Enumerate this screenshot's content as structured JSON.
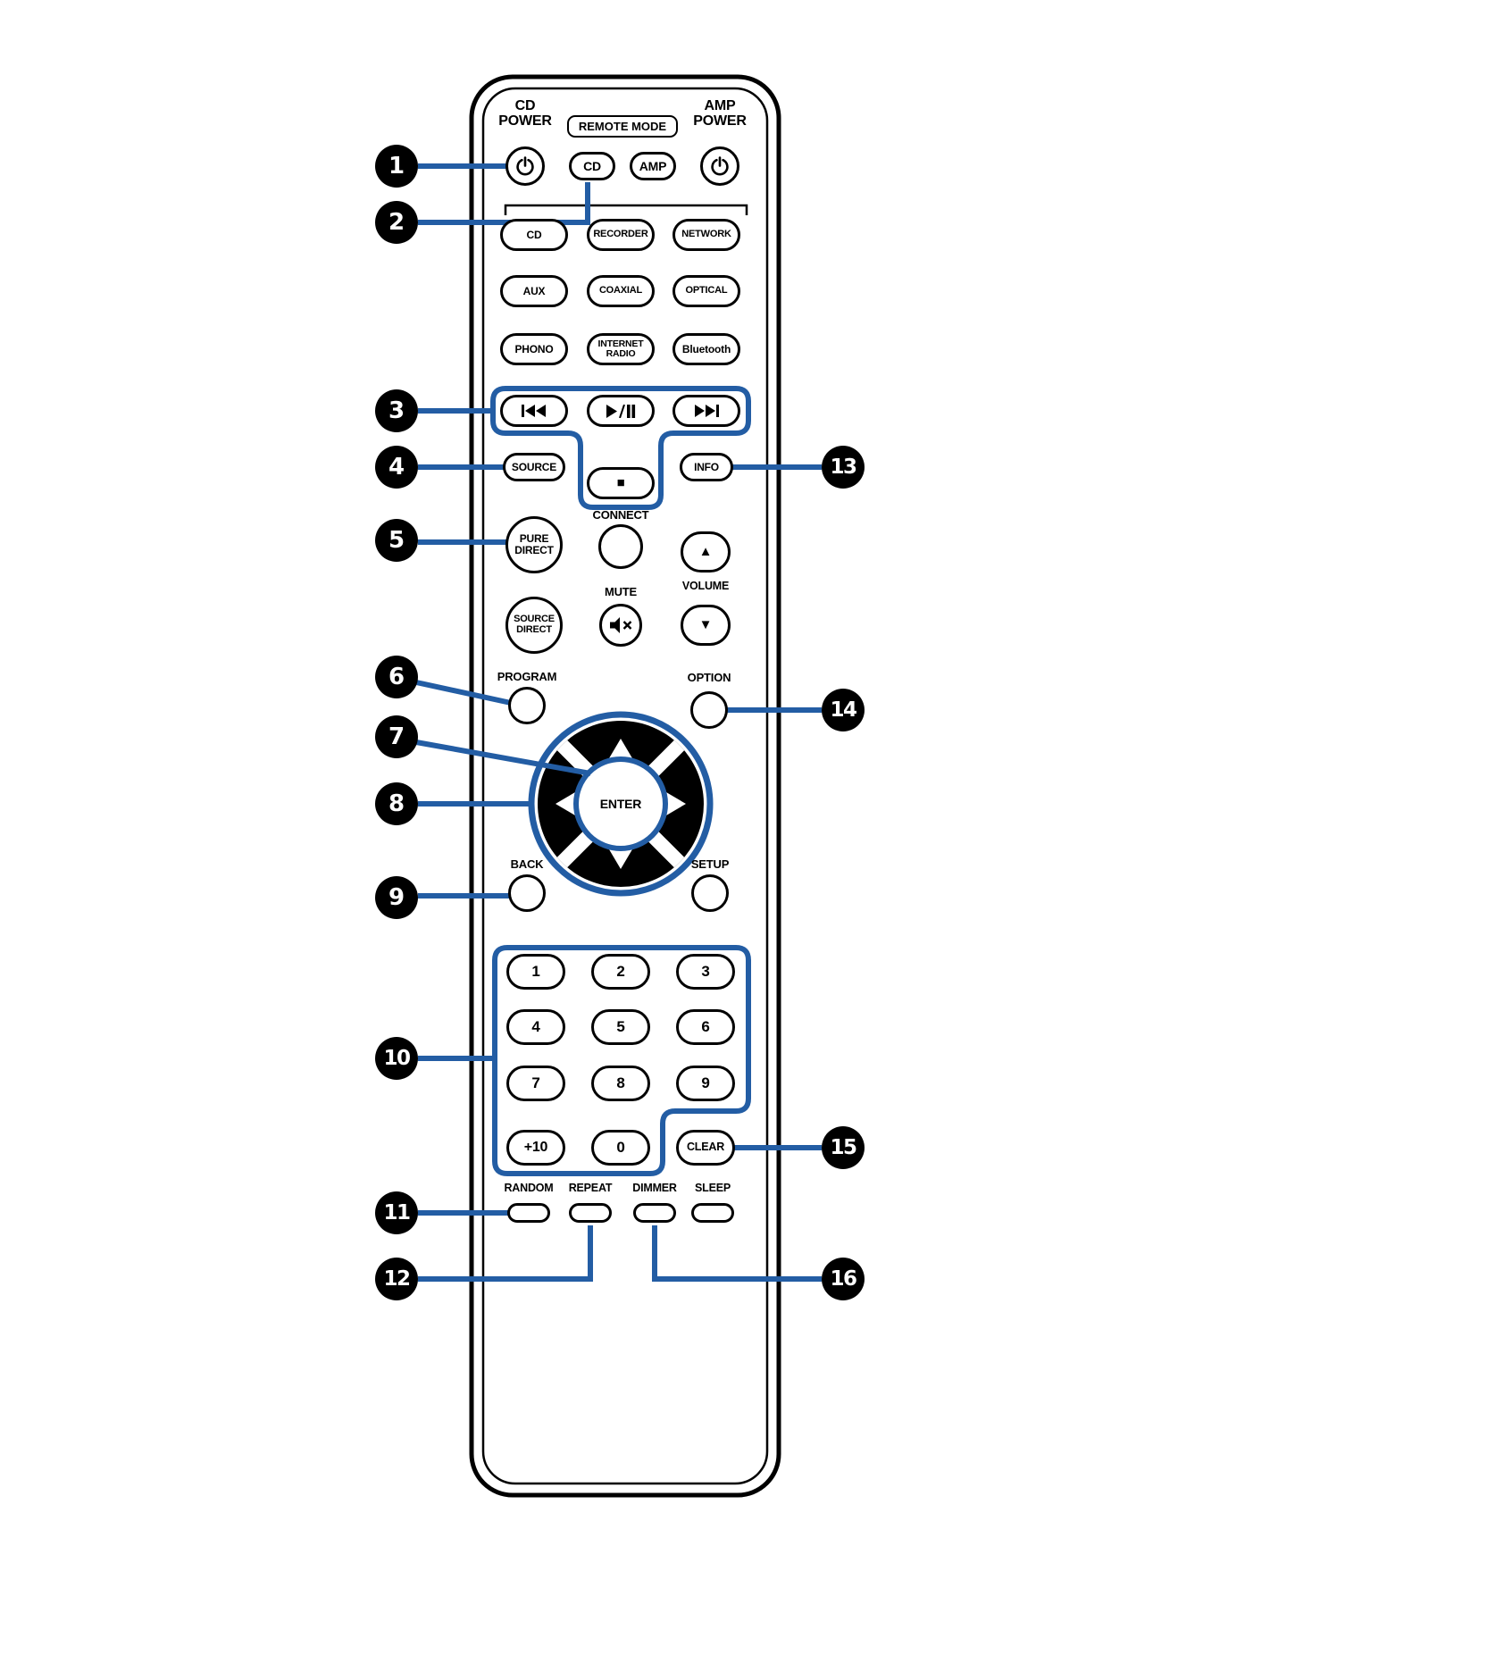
{
  "colors": {
    "accent_blue": "#235da4",
    "body_outline": "#000000",
    "background": "#ffffff"
  },
  "top": {
    "cd_power": [
      "CD",
      "POWER"
    ],
    "remote_mode": "REMOTE MODE",
    "amp_power": [
      "AMP",
      "POWER"
    ],
    "cd_mode": "CD",
    "amp_mode": "AMP"
  },
  "sources": {
    "cd": "CD",
    "recorder": "RECORDER",
    "network": "NETWORK",
    "aux": "AUX",
    "coaxial": "COAXIAL",
    "optical": "OPTICAL",
    "phono": "PHONO",
    "internet_radio": [
      "INTERNET",
      "RADIO"
    ],
    "bluetooth": "Bluetooth"
  },
  "controls": {
    "source": "SOURCE",
    "info": "INFO",
    "connect": "CONNECT",
    "pure_direct": [
      "PURE",
      "DIRECT"
    ],
    "source_direct": [
      "SOURCE",
      "DIRECT"
    ],
    "mute": "MUTE",
    "volume": "VOLUME",
    "program": "PROGRAM",
    "option": "OPTION",
    "enter": "ENTER",
    "back": "BACK",
    "setup": "SETUP"
  },
  "keypad": {
    "digits": [
      "1",
      "2",
      "3",
      "4",
      "5",
      "6",
      "7",
      "8",
      "9"
    ],
    "plus10": "+10",
    "zero": "0",
    "clear": "CLEAR"
  },
  "bottom": {
    "random": "RANDOM",
    "repeat": "REPEAT",
    "dimmer": "DIMMER",
    "sleep": "SLEEP"
  },
  "icons": {
    "power": "power-symbol",
    "skip_back": "previous-track",
    "play_pause": "play-pause",
    "skip_forward": "next-track",
    "stop": "■",
    "mute": "speaker-muted",
    "volume_up": "▲",
    "volume_down": "▼",
    "cursor_up": "▲",
    "cursor_down": "▼",
    "cursor_left": "◀",
    "cursor_right": "▶"
  },
  "callouts": [
    "1",
    "2",
    "3",
    "4",
    "5",
    "6",
    "7",
    "8",
    "9",
    "10",
    "11",
    "12",
    "13",
    "14",
    "15",
    "16"
  ]
}
